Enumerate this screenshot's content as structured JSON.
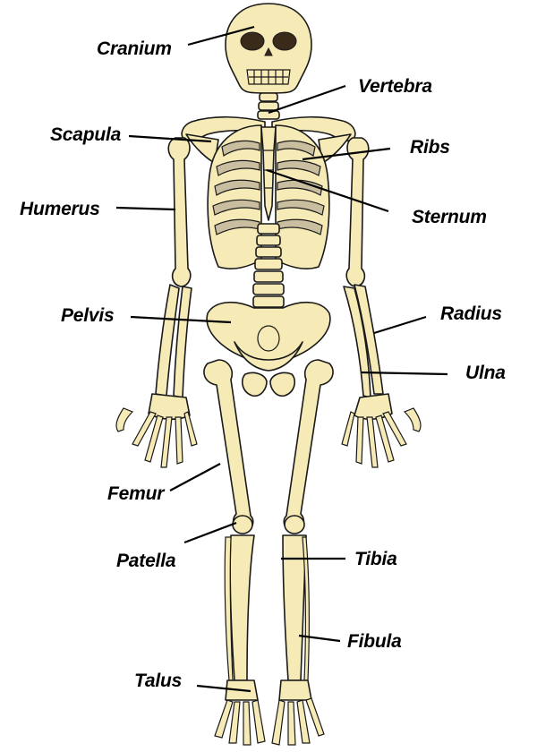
{
  "labels": {
    "cranium": "Cranium",
    "vertebra": "Vertebra",
    "scapula": "Scapula",
    "ribs": "Ribs",
    "humerus": "Humerus",
    "sternum": "Sternum",
    "pelvis": "Pelvis",
    "radius": "Radius",
    "ulna": "Ulna",
    "femur": "Femur",
    "patella": "Patella",
    "tibia": "Tibia",
    "fibula": "Fibula",
    "talus": "Talus"
  },
  "colors": {
    "bone": "#f6eab6",
    "outline": "#1a1a1a",
    "shadow": "#c9bfa0",
    "label": "#000000"
  }
}
